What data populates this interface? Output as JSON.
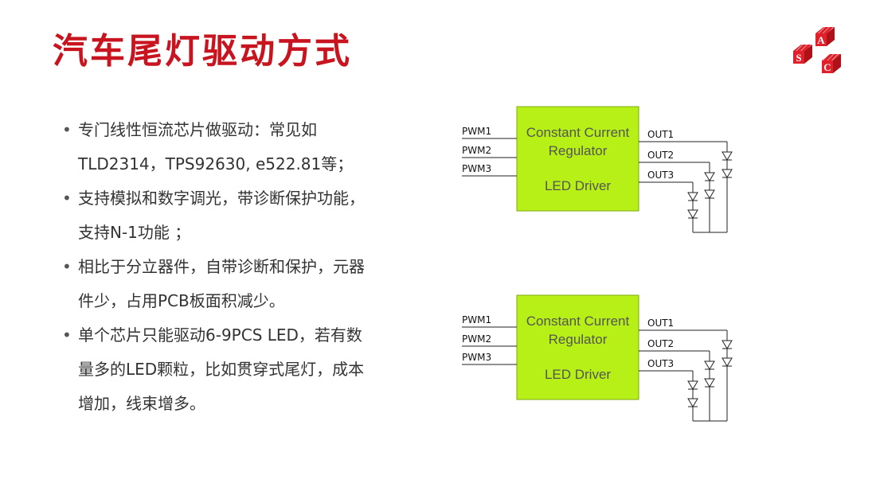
{
  "title": "汽车尾灯驱动方式",
  "logo": {
    "letters": [
      "A",
      "S",
      "C"
    ],
    "color": "#e0202a"
  },
  "bullets": [
    {
      "lines": [
        "专门线性恒流芯片做驱动：常见如",
        "TLD2314，TPS92630, e522.81等；"
      ]
    },
    {
      "lines": [
        "支持模拟和数字调光，带诊断保护功能，",
        "支持N-1功能 ；"
      ]
    },
    {
      "lines": [
        "相比于分立器件，自带诊断和保护，元器",
        "件少，占用PCB板面积减少。"
      ]
    },
    {
      "lines": [
        "单个芯片只能驱动6-9PCS LED，若有数",
        "量多的LED颗粒，比如贯穿式尾灯，成本",
        "增加，线束增多。"
      ]
    }
  ],
  "diagrams": [
    {
      "inputs": [
        "PWM1",
        "PWM2",
        "PWM3"
      ],
      "outputs": [
        "OUT1",
        "OUT2",
        "OUT3"
      ],
      "box_lines": [
        "Constant Current",
        "Regulator",
        "LED Driver"
      ],
      "box_color": "#b6f016"
    },
    {
      "inputs": [
        "PWM1",
        "PWM2",
        "PWM3"
      ],
      "outputs": [
        "OUT1",
        "OUT2",
        "OUT3"
      ],
      "box_lines": [
        "Constant Current",
        "Regulator",
        "LED Driver"
      ],
      "box_color": "#b6f016"
    }
  ],
  "colors": {
    "title": "#c8141e",
    "text": "#333333"
  }
}
